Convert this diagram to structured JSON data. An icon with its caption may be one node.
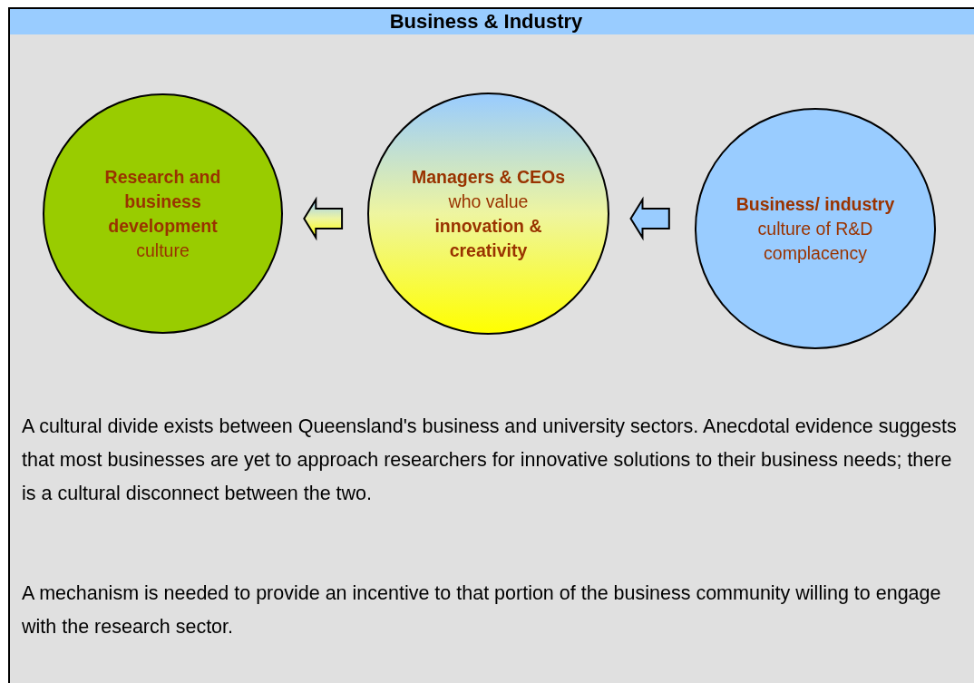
{
  "diagram": {
    "title": "Business & Industry",
    "nodes": [
      {
        "text": [
          "**Research and business development** culture"
        ]
      },
      {
        "text": [
          "**Managers & CEOs** who value **innovation & creativity**"
        ]
      },
      {
        "text": [
          "**Business/ industry** culture of  R&D complacency"
        ]
      }
    ],
    "edges": [
      {
        "from": 1,
        "to": 0,
        "arrow": "to"
      },
      {
        "from": 2,
        "to": 1,
        "arrow": "to"
      }
    ],
    "labels": [
      "A cultural divide exists between Queensland's business and university sectors. Anecdotal evidence suggests that most businesses are yet to approach researchers for innovative solutions to their business needs; there is a cultural disconnect between the two.",
      "A mechanism is needed to provide an incentive to that portion of the business community willing to engage with the research sector."
    ]
  }
}
